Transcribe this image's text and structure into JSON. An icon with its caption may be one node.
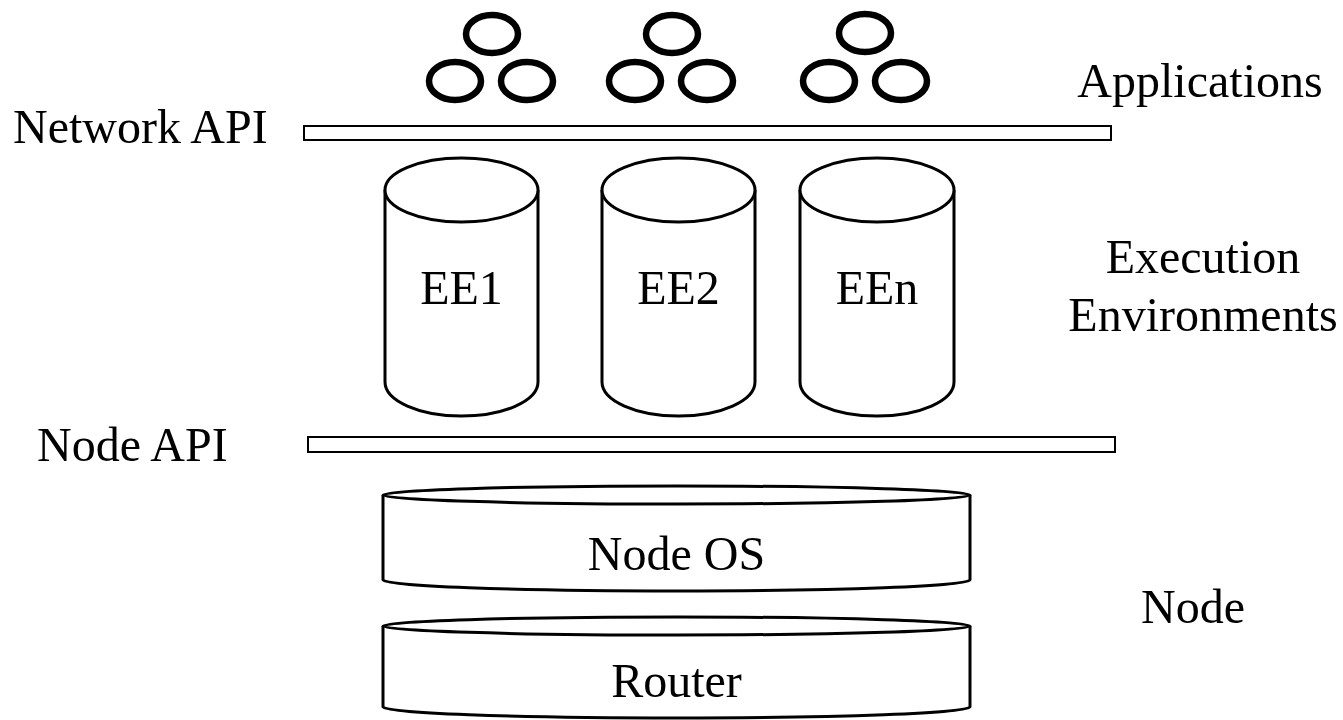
{
  "diagram": {
    "nodes": [
      {
        "text": [],
        "shape": "circle"
      },
      {
        "text": [],
        "shape": "circle"
      },
      {
        "text": [],
        "shape": "circle"
      },
      {
        "text": [],
        "shape": "circle"
      },
      {
        "text": [],
        "shape": "circle"
      },
      {
        "text": [],
        "shape": "circle"
      },
      {
        "text": [],
        "shape": "circle"
      },
      {
        "text": [],
        "shape": "circle"
      },
      {
        "text": [],
        "shape": "circle"
      },
      {
        "text": [
          "Network API"
        ]
      },
      {
        "text": [
          "EE1"
        ]
      },
      {
        "text": [
          "EE2"
        ]
      },
      {
        "text": [
          "EEn"
        ]
      },
      {
        "text": [
          "Node API"
        ]
      },
      {
        "text": [
          "Node OS"
        ]
      },
      {
        "text": [
          "Router"
        ]
      }
    ],
    "labels": [
      "Applications",
      "Execution Environments",
      "Node"
    ]
  }
}
